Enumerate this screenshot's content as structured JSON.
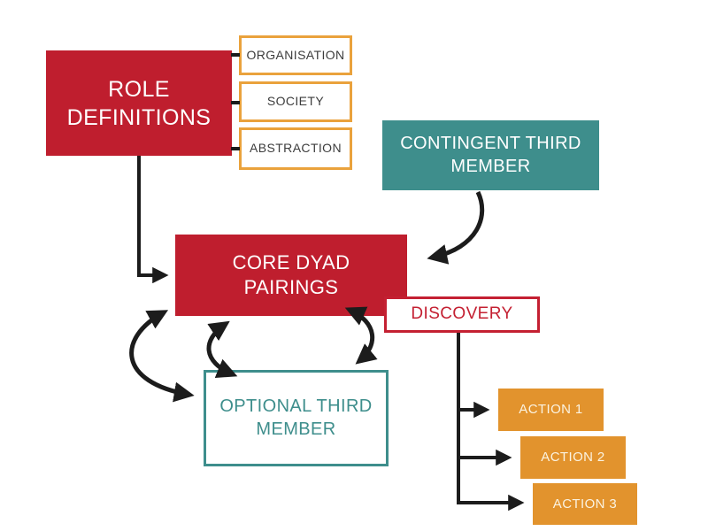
{
  "diagram": {
    "nodes": {
      "role_definitions": {
        "label": "ROLE\nDEFINITIONS",
        "style": "filled",
        "color": "#BF1E2E"
      },
      "organisation": {
        "label": "ORGANISATION",
        "style": "outlined",
        "color": "#EAA23C"
      },
      "society": {
        "label": "SOCIETY",
        "style": "outlined",
        "color": "#EAA23C"
      },
      "abstraction": {
        "label": "ABSTRACTION",
        "style": "outlined",
        "color": "#EAA23C"
      },
      "contingent_third_member": {
        "label": "CONTINGENT THIRD\nMEMBER",
        "style": "filled",
        "color": "#3E8E8C"
      },
      "core_dyad_pairings": {
        "label": "CORE DYAD\nPAIRINGS",
        "style": "filled",
        "color": "#BF1E2E"
      },
      "discovery": {
        "label": "DISCOVERY",
        "style": "outlined",
        "color": "#C42032"
      },
      "optional_third_member": {
        "label": "OPTIONAL THIRD\nMEMBER",
        "style": "outlined",
        "color": "#3E8E8C"
      },
      "action_1": {
        "label": "ACTION 1",
        "style": "filled",
        "color": "#E2932D"
      },
      "action_2": {
        "label": "ACTION 2",
        "style": "filled",
        "color": "#E2932D"
      },
      "action_3": {
        "label": "ACTION 3",
        "style": "filled",
        "color": "#E2932D"
      }
    },
    "edges": [
      {
        "from": "role_definitions",
        "to": "organisation",
        "type": "plain-connector"
      },
      {
        "from": "role_definitions",
        "to": "society",
        "type": "plain-connector"
      },
      {
        "from": "role_definitions",
        "to": "abstraction",
        "type": "plain-connector"
      },
      {
        "from": "role_definitions",
        "to": "core_dyad_pairings",
        "type": "elbow-arrow"
      },
      {
        "from": "contingent_third_member",
        "to": "core_dyad_pairings",
        "type": "curved-arrow"
      },
      {
        "from": "core_dyad_pairings",
        "to": "optional_third_member",
        "type": "curved-double-arrow-left"
      },
      {
        "from": "core_dyad_pairings",
        "to": "optional_third_member",
        "type": "curved-double-arrow-middle"
      },
      {
        "from": "core_dyad_pairings",
        "to": "optional_third_member",
        "type": "curved-double-arrow-right"
      },
      {
        "from": "discovery",
        "to": "action_1",
        "type": "branch-arrow"
      },
      {
        "from": "discovery",
        "to": "action_2",
        "type": "branch-arrow"
      },
      {
        "from": "discovery",
        "to": "action_3",
        "type": "branch-arrow"
      }
    ],
    "palette": {
      "red": "#BF1E2E",
      "teal": "#3E8E8C",
      "orange_fill": "#E2932D",
      "orange_border": "#EAA23C",
      "arrow_black": "#1C1C1C",
      "white": "#FFFFFF"
    }
  }
}
